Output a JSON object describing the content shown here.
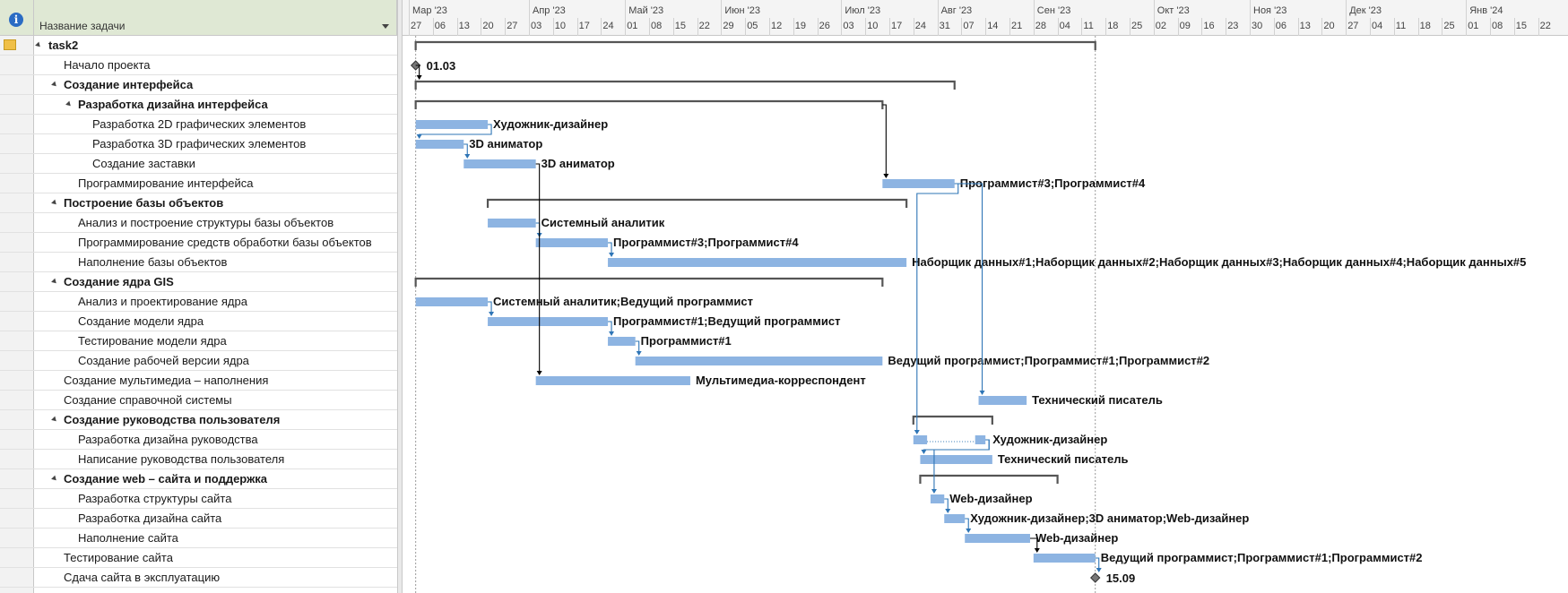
{
  "header": {
    "task_name_label": "Название задачи",
    "info_icon": "info-icon"
  },
  "timescale": {
    "months": [
      "Мар '23",
      "Апр '23",
      "Май '23",
      "Июн '23",
      "Июл '23",
      "Авг '23",
      "Сен '23",
      "Окт '23",
      "Ноя '23",
      "Дек '23",
      "Янв '24"
    ],
    "weeks": [
      "27",
      "06",
      "13",
      "20",
      "27",
      "03",
      "10",
      "17",
      "24",
      "01",
      "08",
      "15",
      "22",
      "29",
      "05",
      "12",
      "19",
      "26",
      "03",
      "10",
      "17",
      "24",
      "31",
      "07",
      "14",
      "21",
      "28",
      "04",
      "11",
      "18",
      "25",
      "02",
      "09",
      "16",
      "23",
      "30",
      "06",
      "13",
      "20",
      "27",
      "04",
      "11",
      "18",
      "25",
      "01",
      "08",
      "15",
      "22"
    ]
  },
  "tasks": [
    {
      "name": "task2",
      "level": 0,
      "summary": true
    },
    {
      "name": "Начало проекта",
      "level": 1,
      "summary": false
    },
    {
      "name": "Создание интерфейса",
      "level": 1,
      "summary": true
    },
    {
      "name": "Разработка дизайна интерфейса",
      "level": 2,
      "summary": true
    },
    {
      "name": "Разработка 2D графических элементов",
      "level": 3,
      "summary": false
    },
    {
      "name": "Разработка 3D графических элементов",
      "level": 3,
      "summary": false
    },
    {
      "name": "Создание заставки",
      "level": 3,
      "summary": false
    },
    {
      "name": "Программирование интерфейса",
      "level": 2,
      "summary": false
    },
    {
      "name": "Построение базы объектов",
      "level": 1,
      "summary": true
    },
    {
      "name": "Анализ и построение структуры базы объектов",
      "level": 2,
      "summary": false
    },
    {
      "name": "Программирование средств обработки базы объектов",
      "level": 2,
      "summary": false
    },
    {
      "name": "Наполнение базы объектов",
      "level": 2,
      "summary": false
    },
    {
      "name": "Создание ядра GIS",
      "level": 1,
      "summary": true
    },
    {
      "name": "Анализ и проектирование ядра",
      "level": 2,
      "summary": false
    },
    {
      "name": "Создание модели ядра",
      "level": 2,
      "summary": false
    },
    {
      "name": "Тестирование модели ядра",
      "level": 2,
      "summary": false
    },
    {
      "name": "Создание рабочей версии ядра",
      "level": 2,
      "summary": false
    },
    {
      "name": "Создание мультимедиа – наполнения",
      "level": 1,
      "summary": false
    },
    {
      "name": "Создание справочной системы",
      "level": 1,
      "summary": false
    },
    {
      "name": "Создание руководства пользователя",
      "level": 1,
      "summary": true
    },
    {
      "name": "Разработка дизайна руководства",
      "level": 2,
      "summary": false
    },
    {
      "name": "Написание руководства пользователя",
      "level": 2,
      "summary": false
    },
    {
      "name": "Создание web – сайта и поддержка",
      "level": 1,
      "summary": true
    },
    {
      "name": "Разработка структуры сайта",
      "level": 2,
      "summary": false
    },
    {
      "name": "Разработка дизайна сайта",
      "level": 2,
      "summary": false
    },
    {
      "name": "Наполнение сайта",
      "level": 2,
      "summary": false
    },
    {
      "name": "Тестирование сайта",
      "level": 1,
      "summary": false
    },
    {
      "name": "Сдача сайта в эксплуатацию",
      "level": 1,
      "summary": false
    }
  ],
  "gantt": {
    "colors": {
      "bar": "#8db4e2",
      "summary": "#555555",
      "link": "#2e75b6",
      "link_dark": "#000000"
    },
    "items": [
      {
        "row": 0,
        "kind": "summary",
        "start": "2023-03-01",
        "end": "2023-09-15"
      },
      {
        "row": 1,
        "kind": "milestone",
        "start": "2023-03-01",
        "label": "01.03"
      },
      {
        "row": 2,
        "kind": "summary",
        "start": "2023-03-01",
        "end": "2023-08-05"
      },
      {
        "row": 3,
        "kind": "summary",
        "start": "2023-03-01",
        "end": "2023-07-15"
      },
      {
        "row": 4,
        "kind": "task",
        "start": "2023-03-01",
        "end": "2023-03-22",
        "label": "Художник-дизайнер"
      },
      {
        "row": 5,
        "kind": "task",
        "start": "2023-03-01",
        "end": "2023-03-15",
        "label": "3D аниматор"
      },
      {
        "row": 6,
        "kind": "task",
        "start": "2023-03-15",
        "end": "2023-04-05",
        "label": "3D аниматор"
      },
      {
        "row": 7,
        "kind": "task",
        "start": "2023-07-15",
        "end": "2023-08-05",
        "label": "Программист#3;Программист#4"
      },
      {
        "row": 8,
        "kind": "summary",
        "start": "2023-03-22",
        "end": "2023-07-22"
      },
      {
        "row": 9,
        "kind": "task",
        "start": "2023-03-22",
        "end": "2023-04-05",
        "label": "Системный аналитик"
      },
      {
        "row": 10,
        "kind": "task",
        "start": "2023-04-05",
        "end": "2023-04-26",
        "label": "Программист#3;Программист#4"
      },
      {
        "row": 11,
        "kind": "task",
        "start": "2023-04-26",
        "end": "2023-07-22",
        "label": "Наборщик данных#1;Наборщик данных#2;Наборщик данных#3;Наборщик данных#4;Наборщик данных#5"
      },
      {
        "row": 12,
        "kind": "summary",
        "start": "2023-03-01",
        "end": "2023-07-15"
      },
      {
        "row": 13,
        "kind": "task",
        "start": "2023-03-01",
        "end": "2023-03-22",
        "label": "Системный аналитик;Ведущий программист"
      },
      {
        "row": 14,
        "kind": "task",
        "start": "2023-03-22",
        "end": "2023-04-26",
        "label": "Программист#1;Ведущий программист"
      },
      {
        "row": 15,
        "kind": "task",
        "start": "2023-04-26",
        "end": "2023-05-04",
        "label": "Программист#1"
      },
      {
        "row": 16,
        "kind": "task",
        "start": "2023-05-04",
        "end": "2023-07-15",
        "label": "Ведущий программист;Программист#1;Программист#2"
      },
      {
        "row": 17,
        "kind": "task",
        "start": "2023-04-05",
        "end": "2023-05-20",
        "label": "Мультимедиа-корреспондент"
      },
      {
        "row": 18,
        "kind": "task",
        "start": "2023-08-12",
        "end": "2023-08-26",
        "label": "Технический писатель"
      },
      {
        "row": 19,
        "kind": "summary",
        "start": "2023-07-24",
        "end": "2023-08-16"
      },
      {
        "row": 20,
        "kind": "split",
        "start": "2023-07-24",
        "end": "2023-07-28",
        "start2": "2023-08-11",
        "end2": "2023-08-14",
        "label": "Художник-дизайнер"
      },
      {
        "row": 21,
        "kind": "task",
        "start": "2023-07-26",
        "end": "2023-08-16",
        "label": "Технический писатель"
      },
      {
        "row": 22,
        "kind": "summary",
        "start": "2023-07-26",
        "end": "2023-09-04"
      },
      {
        "row": 23,
        "kind": "task",
        "start": "2023-07-29",
        "end": "2023-08-02",
        "label": "Web-дизайнер"
      },
      {
        "row": 24,
        "kind": "task",
        "start": "2023-08-02",
        "end": "2023-08-08",
        "label": "Художник-дизайнер;3D аниматор;Web-дизайнер"
      },
      {
        "row": 25,
        "kind": "task",
        "start": "2023-08-08",
        "end": "2023-08-27",
        "label": "Web-дизайнер"
      },
      {
        "row": 26,
        "kind": "task",
        "start": "2023-08-28",
        "end": "2023-09-15",
        "label": "Ведущий программист;Программист#1;Программист#2"
      },
      {
        "row": 27,
        "kind": "milestone",
        "start": "2023-09-15",
        "label": "15.09"
      }
    ],
    "links": [
      {
        "from": 1,
        "to": 2,
        "color": "dark"
      },
      {
        "from": 4,
        "to": 5,
        "color": "blue"
      },
      {
        "from": 5,
        "to": 6,
        "color": "blue"
      },
      {
        "from": 3,
        "to": 7,
        "color": "dark"
      },
      {
        "from": 9,
        "to": 10,
        "color": "blue"
      },
      {
        "from": 10,
        "to": 11,
        "color": "blue"
      },
      {
        "from": 13,
        "to": 14,
        "color": "blue"
      },
      {
        "from": 14,
        "to": 15,
        "color": "blue"
      },
      {
        "from": 15,
        "to": 16,
        "color": "blue"
      },
      {
        "from": 6,
        "to": 17,
        "color": "dark"
      },
      {
        "from": 7,
        "to": 18,
        "color": "blue"
      },
      {
        "from": 7,
        "to": 20,
        "color": "blue"
      },
      {
        "from": 20,
        "to": 21,
        "color": "blue"
      },
      {
        "from": 20,
        "to": 23,
        "color": "blue"
      },
      {
        "from": 23,
        "to": 24,
        "color": "blue"
      },
      {
        "from": 24,
        "to": 25,
        "color": "blue"
      },
      {
        "from": 25,
        "to": 26,
        "color": "dark"
      },
      {
        "from": 26,
        "to": 27,
        "color": "blue"
      }
    ]
  }
}
